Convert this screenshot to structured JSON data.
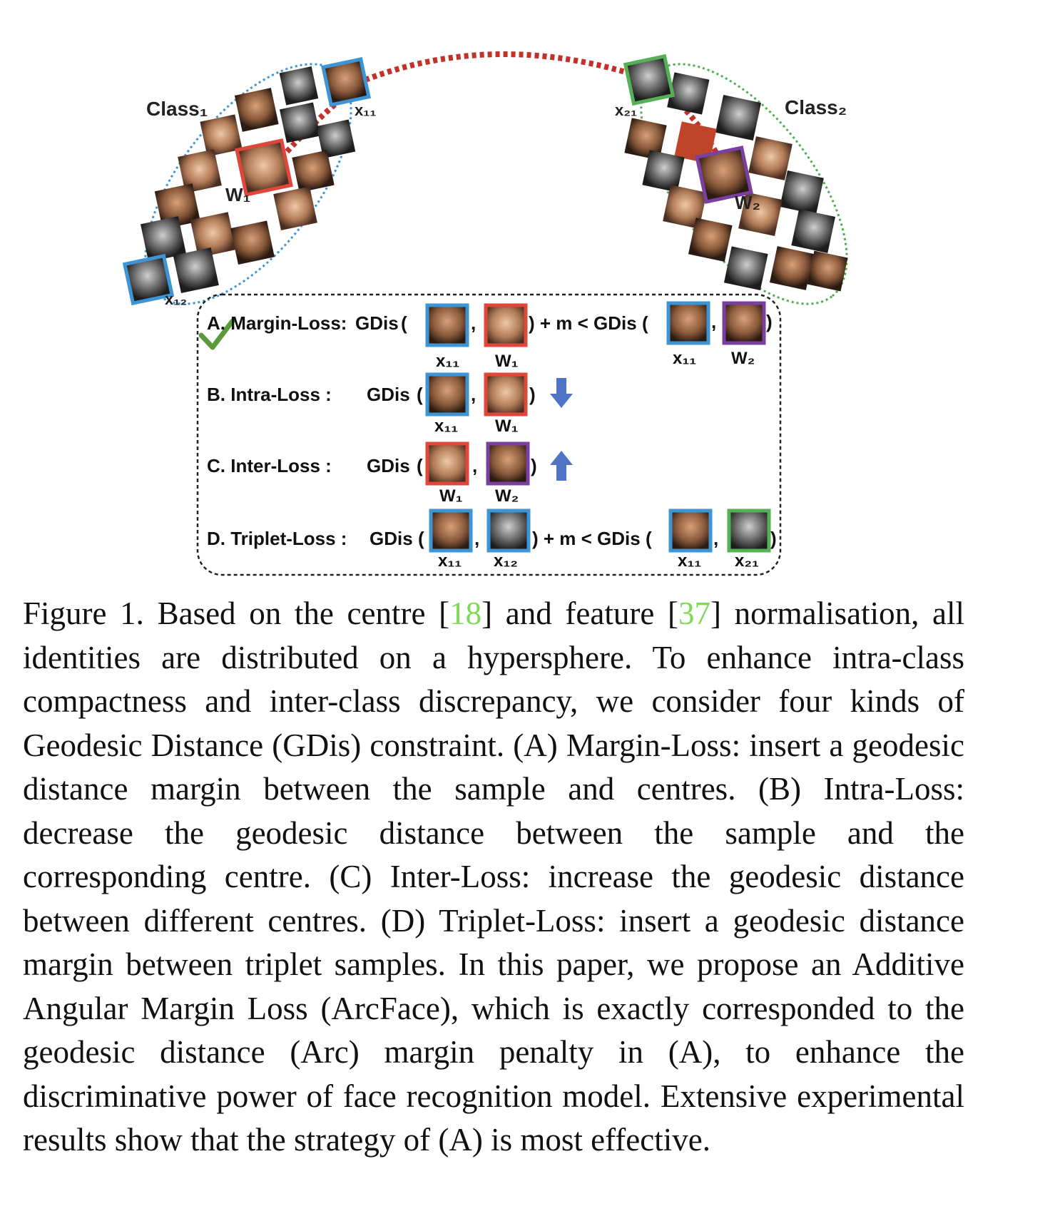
{
  "figure": {
    "class1_label": "Class₁",
    "class2_label": "Class₂",
    "points": {
      "x11": "x₁₁",
      "x12": "x₁₂",
      "x21": "x₂₁",
      "w1": "W₁",
      "w2": "W₂"
    },
    "losses": [
      {
        "key": "A",
        "label": "A. Margin-Loss:",
        "func": "GDis",
        "tail": ") + m < GDis (",
        "tail2": ")",
        "args": [
          "x₁₁",
          "W₁"
        ],
        "args2": [
          "x₁₁",
          "W₂"
        ],
        "checked": true
      },
      {
        "key": "B",
        "label": "B. Intra-Loss :",
        "func": "GDis",
        "args": [
          "x₁₁",
          "W₁"
        ],
        "arrow": "down"
      },
      {
        "key": "C",
        "label": "C. Inter-Loss :",
        "func": "GDis",
        "args": [
          "W₁",
          "W₂"
        ],
        "arrow": "up"
      },
      {
        "key": "D",
        "label": "D. Triplet-Loss :",
        "func": "GDis",
        "tail": ") + m < GDis (",
        "tail2": ")",
        "args": [
          "x₁₁",
          "x₁₂"
        ],
        "args2": [
          "x₁₁",
          "x₂₁"
        ]
      }
    ],
    "colors": {
      "blue": "#4ea6e6",
      "red": "#e0463a",
      "purple": "#7a3fa0",
      "green": "#55b157",
      "arc": "#c0322a",
      "arrow": "#4f74c6",
      "check": "#5b9a3a"
    }
  },
  "caption": {
    "prefix": "Figure 1. Based on the centre [",
    "ref1": "18",
    "mid1": "] and feature [",
    "ref2": "37",
    "rest": "] normalisation, all identities are distributed on a hypersphere.  To enhance intra-class compactness and inter-class discrepancy, we consider four kinds of Geodesic Distance (GDis) constraint.  (A) Margin-Loss: insert a geodesic distance margin between the sample and centres.  (B) Intra-Loss: decrease the geodesic distance between the sample and the corresponding centre. (C) Inter-Loss: increase the geodesic distance between different centres. (D) Triplet-Loss: insert a geodesic distance margin between triplet samples.  In this paper, we propose an Additive Angular Margin Loss (ArcFace), which is exactly corresponded to the geodesic distance (Arc) margin penalty in (A), to enhance the discriminative power of face recognition model.  Extensive experimental results show that the strategy of (A) is most effective."
  }
}
